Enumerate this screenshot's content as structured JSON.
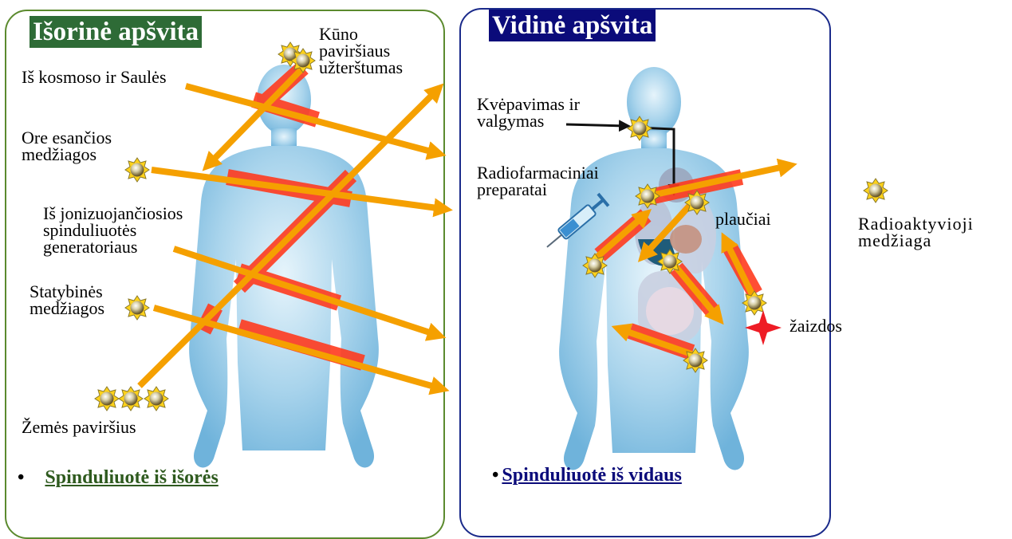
{
  "left": {
    "title": "Išorinė apšvita",
    "labels": {
      "body_surface": "Kūno\npaviršiaus\nužterštumas",
      "cosmos": "Iš kosmoso ir Saulės",
      "air": "Ore esančios\nmedžiagos",
      "generator": "Iš jonizuojančiosios\nspinduliuotės\ngeneratoriaus",
      "building": "Statybinės\nmedžiagos",
      "ground": "Žemės paviršius"
    },
    "bullet_mark": "•",
    "bullet": "Spinduliuotė iš išorės"
  },
  "right": {
    "title": "Vidinė apšvita",
    "labels": {
      "breathing": "Kvėpavimas ir\nvalgymas",
      "radiopharm": "Radiofarmaciniai\npreparatai",
      "lungs": "plaučiai",
      "wounds": "žaizdos"
    },
    "bullet_mark": "•",
    "bullet": "Spinduliuotė iš vidaus"
  },
  "legend": {
    "label": "Radioaktyvioji\nmedžiaga"
  },
  "colors": {
    "left_border": "#5b8a2e",
    "left_title_bg": "#2e6b36",
    "right_border": "#1a2a8a",
    "right_title_bg": "#0b0b7a",
    "left_bullet": "#2e5a1e",
    "right_bullet": "#0b0b7a",
    "ray": "#f5a000",
    "ray_glow": "#ff3b1f",
    "body": "#a9d4ec"
  },
  "icons": [
    "radioactive-material-icon",
    "syringe-icon",
    "wound-star-icon",
    "human-body-silhouette"
  ]
}
